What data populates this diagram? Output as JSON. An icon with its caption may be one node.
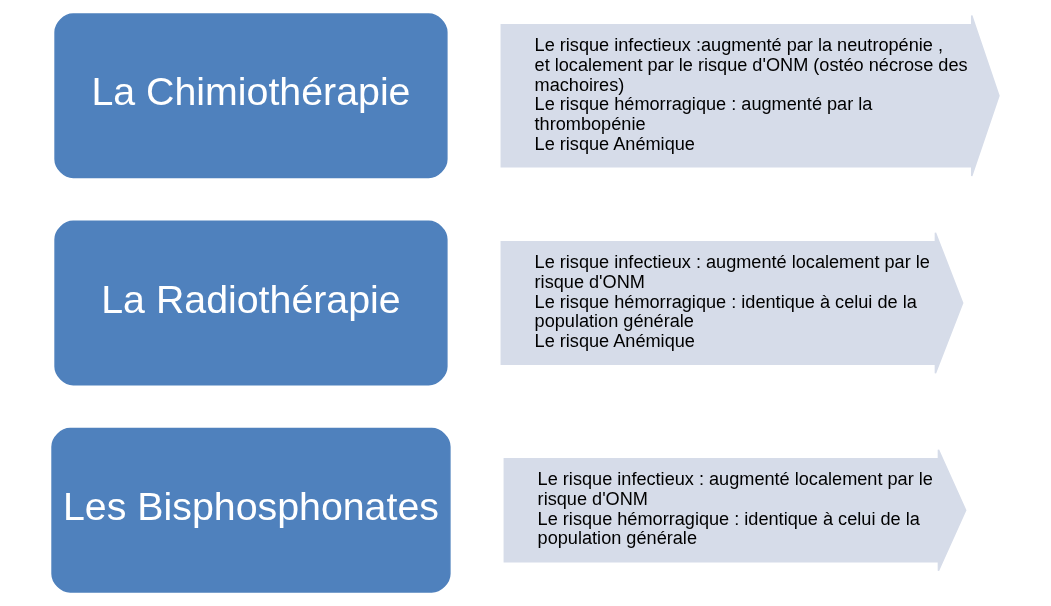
{
  "diagram": {
    "nodes": [
      {
        "text": [
          "La Chimiothérapie"
        ]
      },
      {
        "text": [
          "Le risque infectieux :augmenté par la neutropénie , et localement par le risque d'ONM (ostéo nécrose des machoires)",
          "Le risque hémorragique : augmenté par la thrombopénie",
          "Le risque Anémique"
        ]
      },
      {
        "text": [
          "La Radiothérapie"
        ]
      },
      {
        "text": [
          "Le risque infectieux : augmenté localement par le risque d'ONM",
          "Le risque hémorragique : identique à celui de la population générale",
          "Le risque Anémique"
        ]
      },
      {
        "text": [
          "Les Bisphosphonates"
        ]
      },
      {
        "text": [
          "Le risque infectieux : augmenté localement par le risque d'ONM",
          "Le risque hémorragique : identique à celui de la population générale"
        ]
      }
    ]
  }
}
